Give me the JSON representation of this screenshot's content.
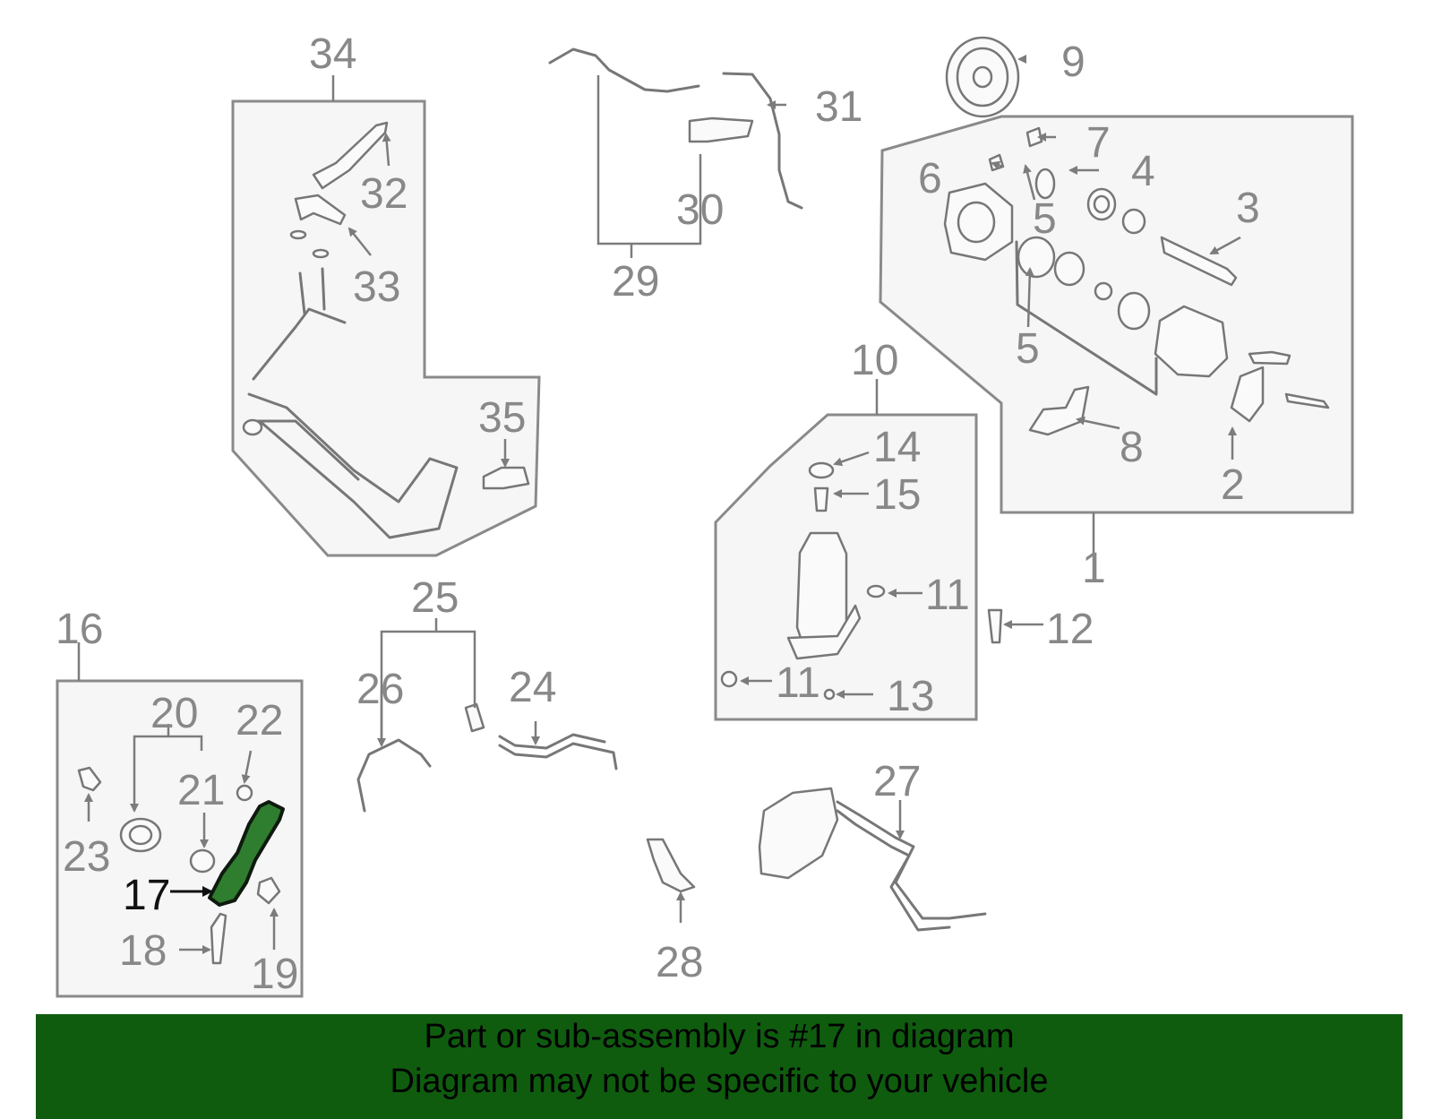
{
  "labels": {
    "l1": "1",
    "l2": "2",
    "l3": "3",
    "l4": "4",
    "l5a": "5",
    "l5b": "5",
    "l6": "6",
    "l7": "7",
    "l8": "8",
    "l9": "9",
    "l10": "10",
    "l11a": "11",
    "l11b": "11",
    "l12": "12",
    "l13": "13",
    "l14": "14",
    "l15": "15",
    "l16": "16",
    "l17": "17",
    "l18": "18",
    "l19": "19",
    "l20": "20",
    "l21": "21",
    "l22": "22",
    "l23": "23",
    "l24": "24",
    "l25": "25",
    "l26": "26",
    "l27": "27",
    "l28": "28",
    "l29": "29",
    "l30": "30",
    "l31": "31",
    "l32": "32",
    "l33": "33",
    "l34": "34",
    "l35": "35"
  },
  "highlight": {
    "part_number": "17",
    "color": "#2f7d2f"
  },
  "banner": {
    "line1": "Part or sub-assembly is #17 in diagram",
    "line2": "Diagram may not be specific to your vehicle",
    "background": "#0f5c0f"
  }
}
